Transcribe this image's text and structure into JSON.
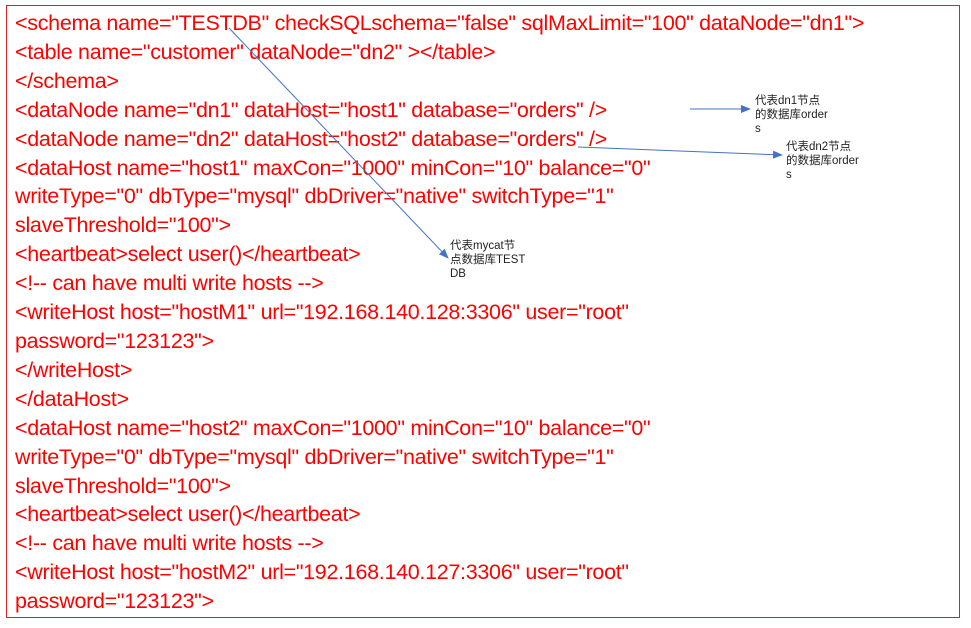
{
  "code_lines": [
    "<schema name=\"TESTDB\" checkSQLschema=\"false\" sqlMaxLimit=\"100\" dataNode=\"dn1\">",
    "<table name=\"customer\" dataNode=\"dn2\" ></table>",
    "</schema>",
    "<dataNode name=\"dn1\" dataHost=\"host1\" database=\"orders\" />",
    "<dataNode name=\"dn2\" dataHost=\"host2\" database=\"orders\" />",
    "<dataHost name=\"host1\" maxCon=\"1000\" minCon=\"10\" balance=\"0\"",
    "writeType=\"0\" dbType=\"mysql\" dbDriver=\"native\" switchType=\"1\"",
    "slaveThreshold=\"100\">",
    "<heartbeat>select user()</heartbeat>",
    "<!-- can have multi write hosts -->",
    "<writeHost host=\"hostM1\" url=\"192.168.140.128:3306\" user=\"root\"",
    "password=\"123123\">",
    "</writeHost>",
    "</dataHost>",
    "<dataHost name=\"host2\" maxCon=\"1000\" minCon=\"10\" balance=\"0\"",
    "writeType=\"0\" dbType=\"mysql\" dbDriver=\"native\" switchType=\"1\"",
    "slaveThreshold=\"100\">",
    "<heartbeat>select user()</heartbeat>",
    "<!-- can have multi write hosts -->",
    "<writeHost host=\"hostM2\" url=\"192.168.140.127:3306\" user=\"root\"",
    "password=\"123123\">"
  ],
  "annotations": {
    "dn1": "代表dn1节点的数据库orders",
    "dn2": "代表dn2节点的数据库orders",
    "mycat": "代表mycat节点数据库TESTDB"
  },
  "colors": {
    "code": "#ff0000",
    "arrow": "#4472c4",
    "border": "#e02020"
  }
}
